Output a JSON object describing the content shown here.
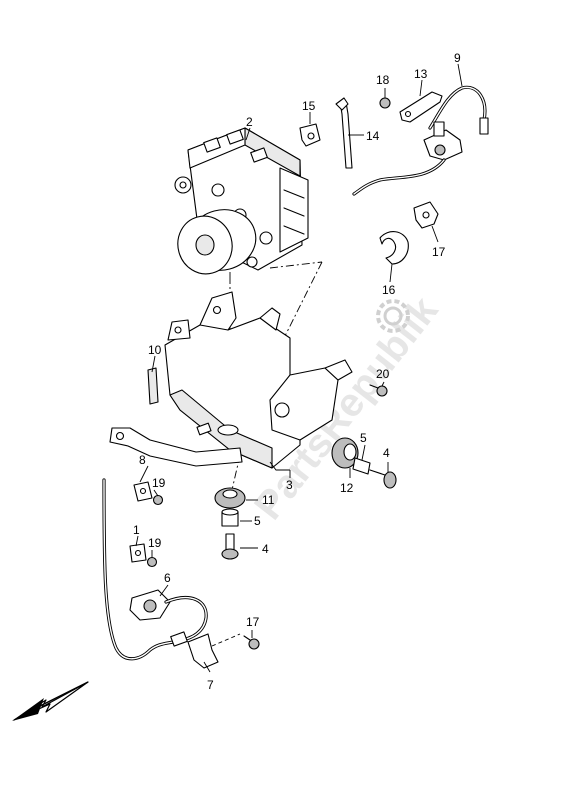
{
  "diagram": {
    "watermark": "PartsRepublik",
    "callouts": {
      "c1": "1",
      "c2": "2",
      "c3": "3",
      "c4a": "4",
      "c4b": "4",
      "c5a": "5",
      "c5b": "5",
      "c6": "6",
      "c7": "7",
      "c8": "8",
      "c9": "9",
      "c10": "10",
      "c11": "11",
      "c12": "12",
      "c13": "13",
      "c14": "14",
      "c15": "15",
      "c16": "16",
      "c17a": "17",
      "c17b": "17",
      "c18": "18",
      "c19a": "19",
      "c19b": "19",
      "c20": "20"
    }
  }
}
